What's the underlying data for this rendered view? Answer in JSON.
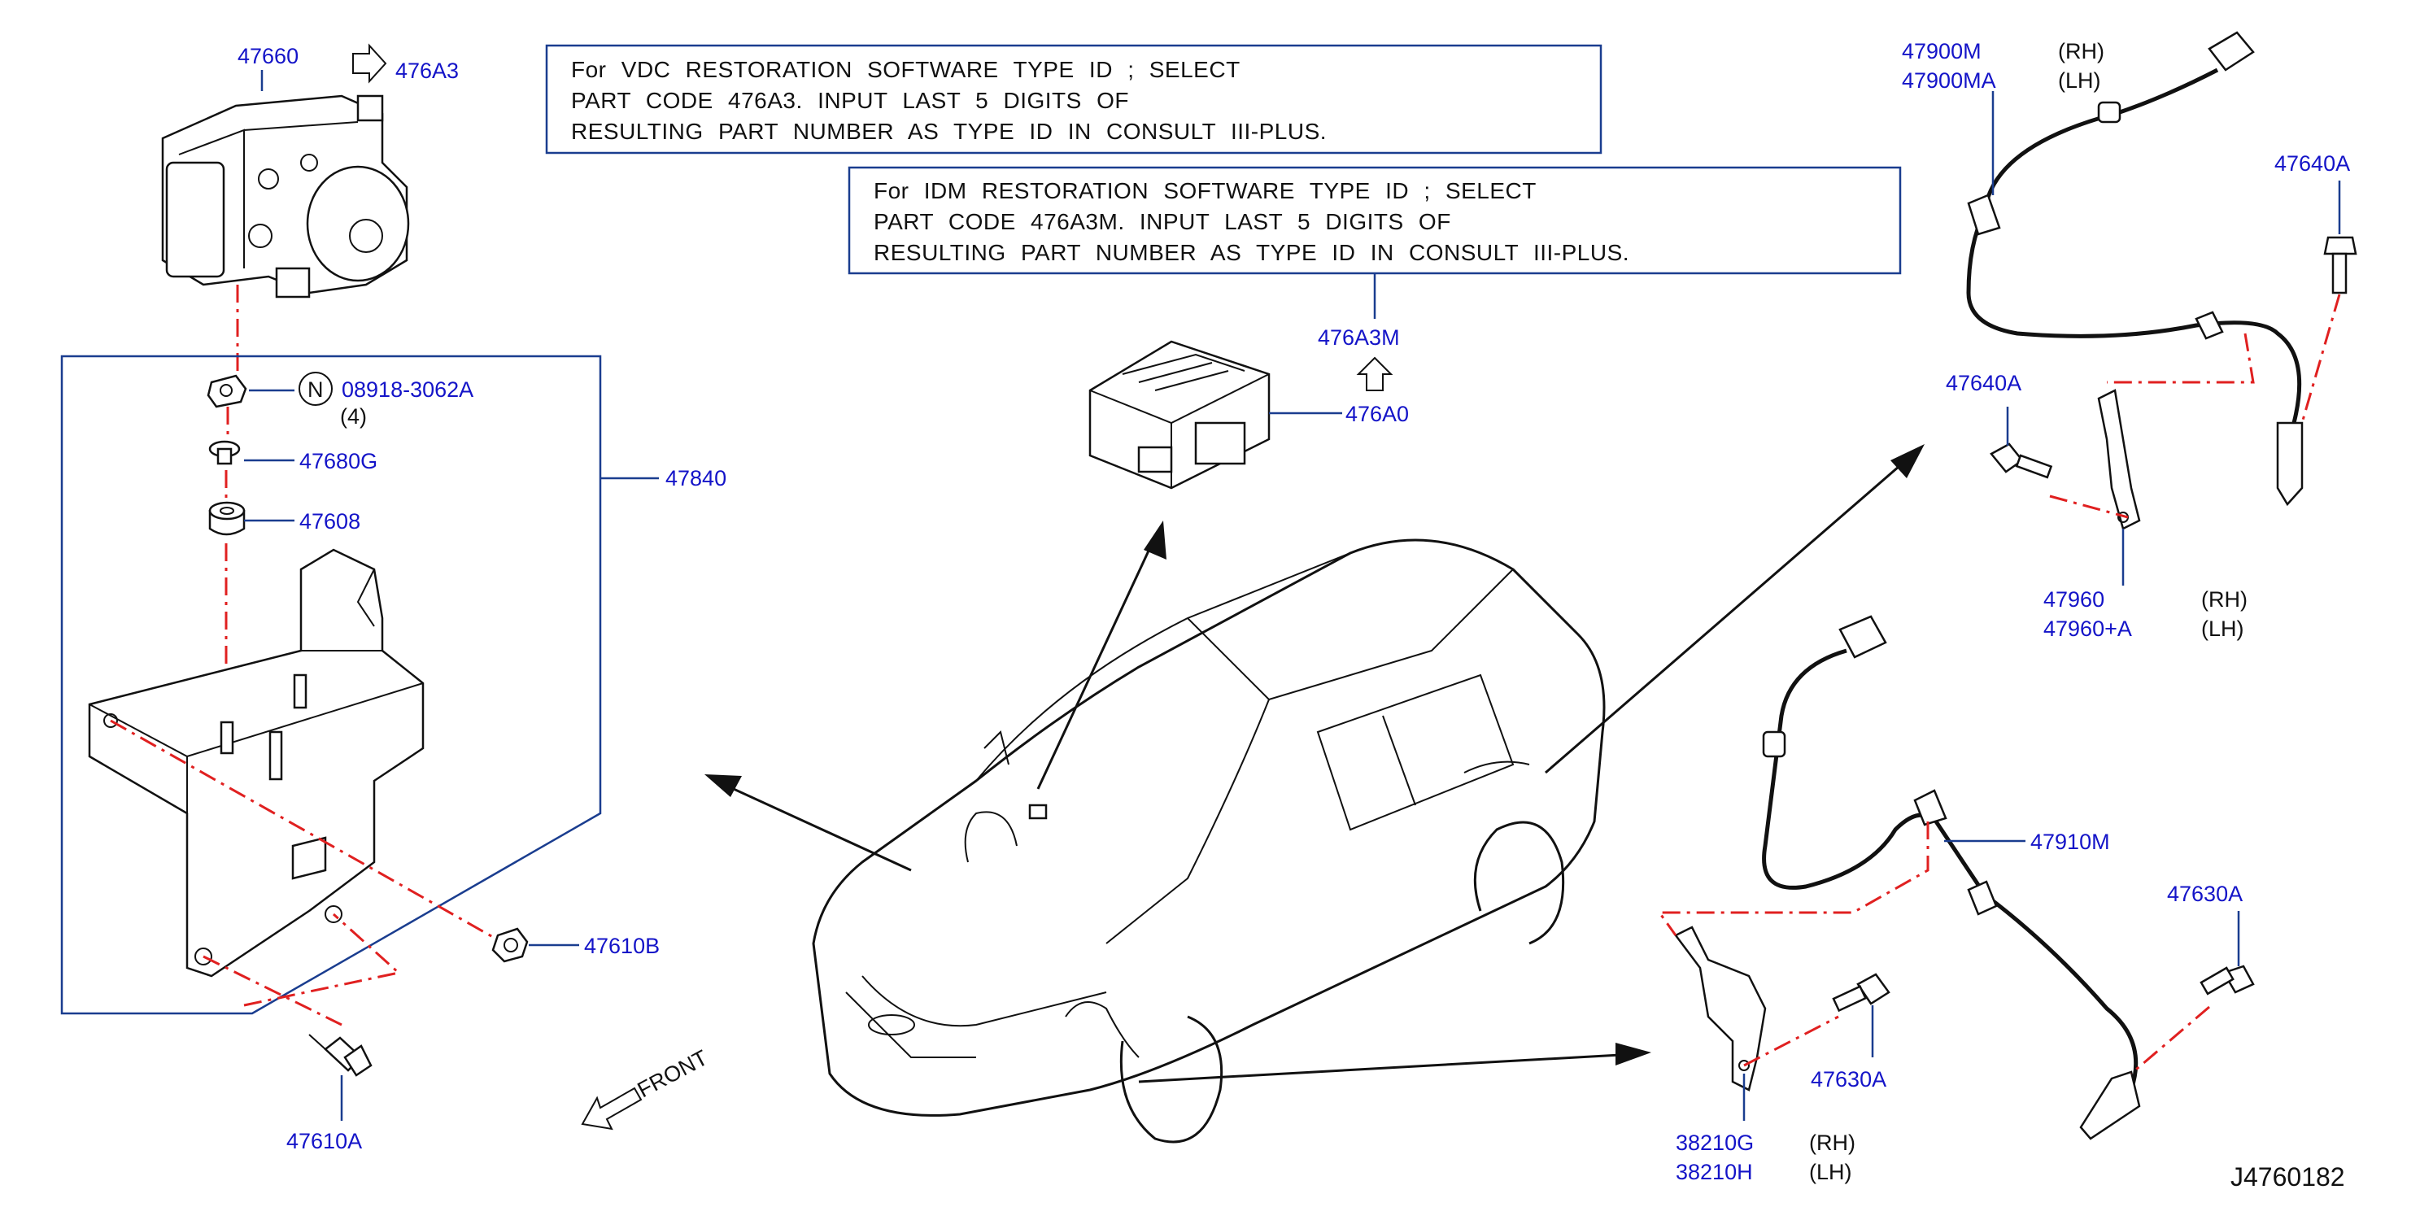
{
  "diagram_code": "J4760182",
  "notes": {
    "vdc": [
      "For VDC RESTORATION SOFTWARE TYPE ID ; SELECT",
      "PART CODE 476A3. INPUT LAST 5 DIGITS OF",
      "RESULTING PART NUMBER AS TYPE ID IN CONSULT III-PLUS."
    ],
    "idm": [
      "For IDM RESTORATION SOFTWARE TYPE ID ; SELECT",
      "PART CODE 476A3M. INPUT LAST 5 DIGITS OF",
      "RESULTING PART NUMBER AS TYPE ID IN CONSULT III-PLUS."
    ]
  },
  "parts": {
    "p47660": "47660",
    "p476A3": "476A3",
    "p08918": "08918-3062A",
    "p08918_qty": "(4)",
    "p08918_symbol": "N",
    "p47680G": "47680G",
    "p47608": "47608",
    "p47840": "47840",
    "p47610B": "47610B",
    "p47610A": "47610A",
    "p476A3M": "476A3M",
    "p476A0": "476A0",
    "p47900M": "47900M",
    "p47900MA": "47900MA",
    "p47640A_top": "47640A",
    "p47640A_mid": "47640A",
    "p47960": "47960",
    "p47960A": "47960+A",
    "p47910M": "47910M",
    "p47630A_right": "47630A",
    "p47630A_mid": "47630A",
    "p38210G": "38210G",
    "p38210H": "38210H"
  },
  "sides": {
    "rh": "(RH)",
    "lh": "(LH)"
  },
  "front_label": "FRONT"
}
